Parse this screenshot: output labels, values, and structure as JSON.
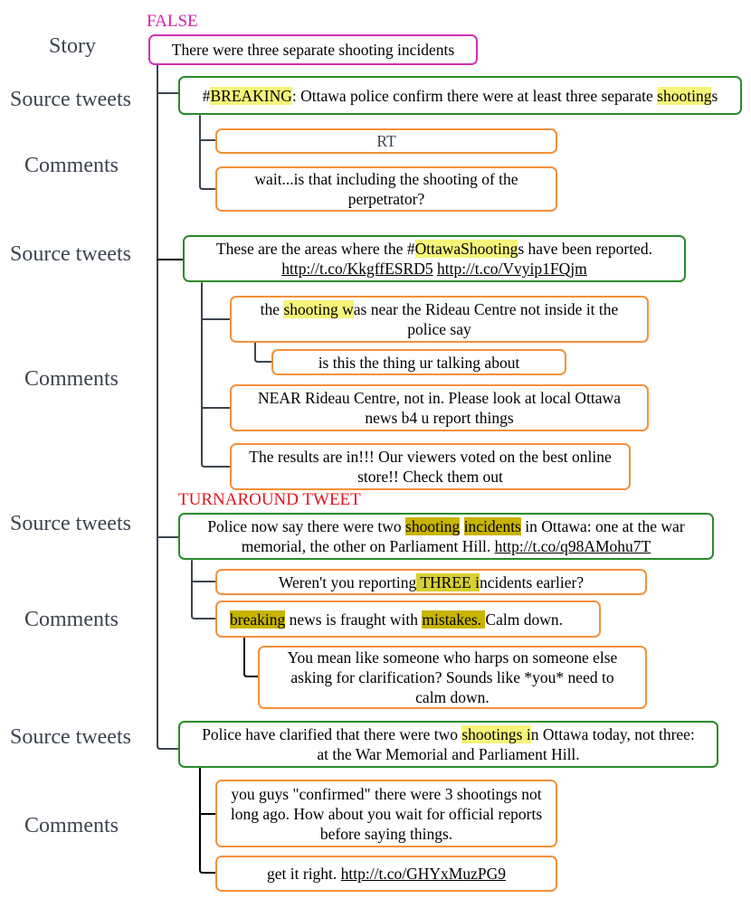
{
  "labels": {
    "story": "Story",
    "source_tweets": "Source tweets",
    "comments": "Comments"
  },
  "tags": {
    "false": "FALSE",
    "turnaround": "TURNAROUND TWEET"
  },
  "colors": {
    "story_border": "#d230b5",
    "source_border": "#2a8a2a",
    "comment_border": "#f3913a",
    "false_tag": "#d61fb0",
    "turnaround_tag": "#e0141e",
    "highlight": "#f5f57a"
  },
  "story": {
    "text": "There were three separate shooting incidents"
  },
  "thread1": {
    "source": {
      "prefix": "#",
      "hl1": "BREAKING",
      "mid": ": Ottawa police confirm there were at least three separate ",
      "hl2": "shooting",
      "suffix": "s"
    },
    "c1": "RT",
    "c2a": "wait...is that including the shooting of the",
    "c2b": "perpetrator?"
  },
  "thread2": {
    "source": {
      "pre": "These are the areas where the #",
      "hl": "OttawaShooting",
      "post": "s have been reported.",
      "link1": "http://t.co/KkgffESRD5",
      "link2": "http://t.co/Vvyip1FQjm"
    },
    "c1": {
      "pre": "the ",
      "hl": "shooting w",
      "post": "as near the Rideau Centre not inside it the",
      "line2": "police say"
    },
    "c1reply": "is this the thing ur talking about",
    "c2a": "NEAR Rideau Centre, not in. Please look at local Ottawa",
    "c2b": "news b4 u report things",
    "c3a": "The results are in!!! Our viewers voted on the best online",
    "c3b": "store!! Check them out"
  },
  "thread3": {
    "source": {
      "pre": "Police now say there were two ",
      "hl1": "shooting",
      "hl2": "incidents",
      "post": " in Ottawa: one at the war",
      "line2": "memorial, the other on Parliament Hill. ",
      "link": "http://t.co/q98AMohu7T"
    },
    "c1": {
      "pre": "Weren't you reporting",
      "hl": " THREE i",
      "post": "ncidents earlier?"
    },
    "c2": {
      "hl1": "breaking",
      "mid": " news is fraught with ",
      "hl2": "mistakes. ",
      "post": " Calm down."
    },
    "c2reply_a": "You mean like someone who harps on someone else",
    "c2reply_b": "asking for clarification?  Sounds like *you* need to",
    "c2reply_c": "calm down."
  },
  "thread4": {
    "source": {
      "pre": "Police have clarified that there were two ",
      "hl": "shootings i",
      "post": "n Ottawa today, not three:",
      "line2": "at the War Memorial and Parliament Hill."
    },
    "c1a": "you guys \"confirmed\" there were 3 shootings not",
    "c1b": "long ago. How about you wait for official reports",
    "c1c": "before saying things.",
    "c2pre": "get it right. ",
    "c2link": "http://t.co/GHYxMuzPG9"
  }
}
